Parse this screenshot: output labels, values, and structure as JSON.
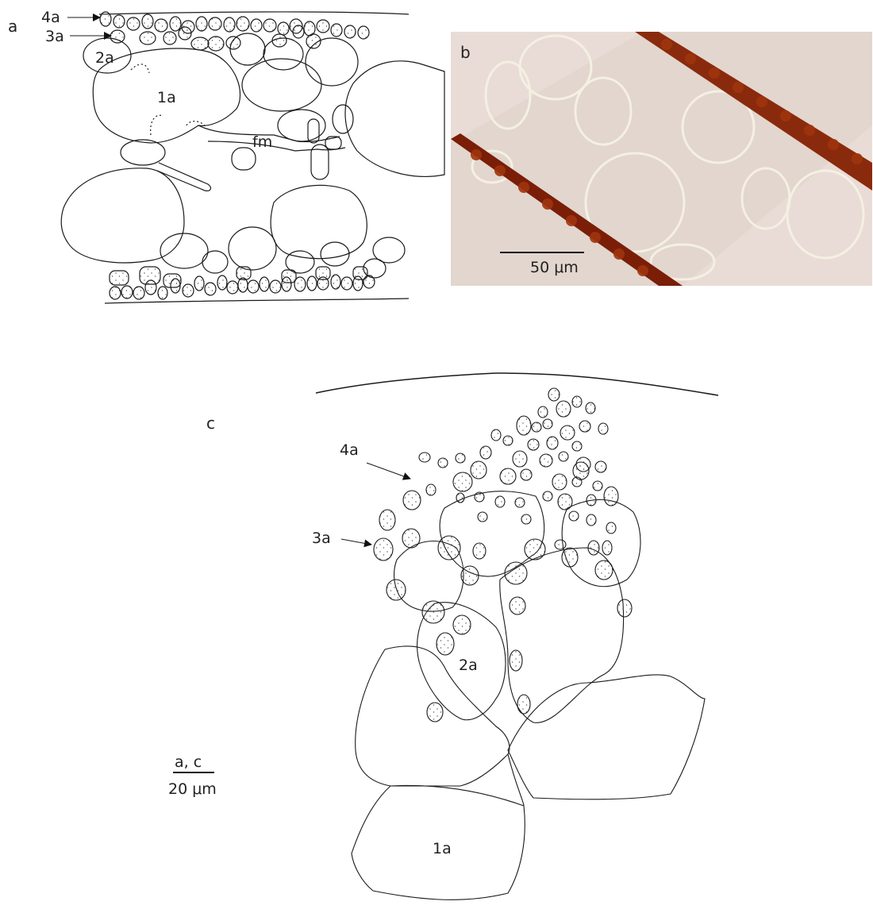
{
  "panel_a": {
    "letter": "a",
    "label_4a": "4a",
    "label_3a": "3a",
    "label_2a": "2a",
    "label_1a": "1a",
    "label_fm": "fm"
  },
  "panel_b": {
    "letter": "b",
    "scale_label": "50 μm"
  },
  "panel_c": {
    "letter": "c",
    "label_4a": "4a",
    "label_3a": "3a",
    "label_2a": "2a",
    "label_1a": "1a"
  },
  "scale_ac": {
    "top": "a, c",
    "bottom": "20 μm"
  },
  "colors": {
    "line": "#1a1a1a",
    "micrograph_bg": "#e9dcd6",
    "cell_wall_dark": "#7a1e08",
    "cell_wall_mid": "#a0350e"
  }
}
